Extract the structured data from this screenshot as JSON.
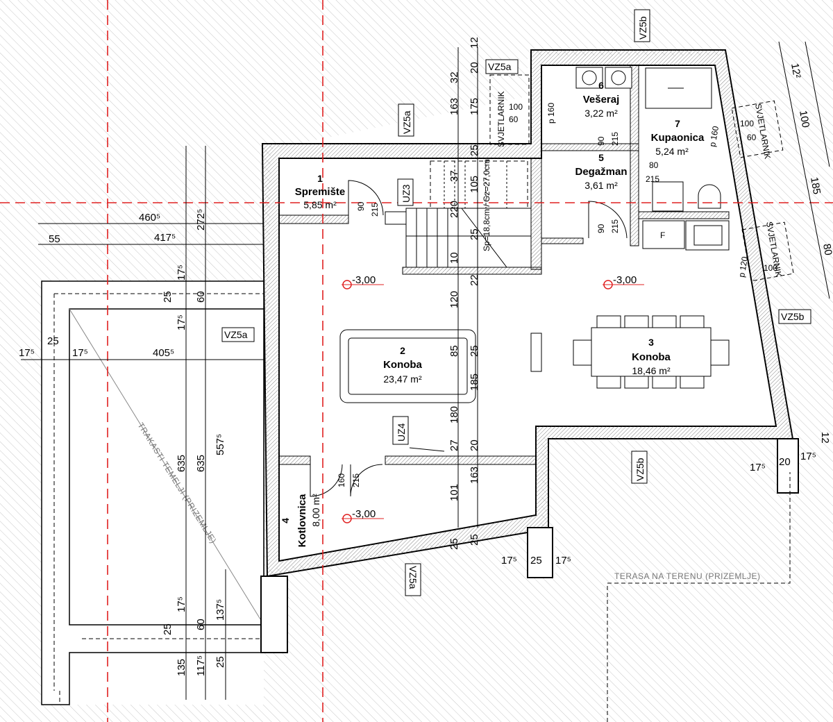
{
  "colors": {
    "axis": "#e02020",
    "wall": "#000000",
    "hatch": "#c8c8c8",
    "note": "#777777"
  },
  "rooms": [
    {
      "num": "1",
      "name": "Spremište",
      "area": "5,85 m²"
    },
    {
      "num": "2",
      "name": "Konoba",
      "area": "23,47 m²"
    },
    {
      "num": "3",
      "name": "Konoba",
      "area": "18,46 m²"
    },
    {
      "num": "4",
      "name": "Kotlovnica",
      "area": "8,00 m²"
    },
    {
      "num": "5",
      "name": "Degažman",
      "area": "3,61 m²"
    },
    {
      "num": "6",
      "name": "Vešeraj",
      "area": "3,22 m²"
    },
    {
      "num": "7",
      "name": "Kupaonica",
      "area": "5,24 m²"
    }
  ],
  "levels": [
    "-3,00",
    "-3,00",
    "-3,00"
  ],
  "tags": [
    "VZ5a",
    "VZ5a",
    "VZ5a",
    "VZ5a",
    "VZ5b",
    "VZ5b",
    "VZ5b",
    "UZ3",
    "UZ4"
  ],
  "skylight_label": "SVJETLARNIK",
  "notes": {
    "terrace": "TERASA NA TERENU (PRIZEMLJE)",
    "foundation": "TRAKASTI TEMELJI (PRIZEMLJE)",
    "fixture_f": "F",
    "stair": "Sp=18,8cm / Gz=27,0cm"
  },
  "dims": {
    "top_chain": [
      "12",
      "20",
      "32",
      "163",
      "175",
      "25",
      "37",
      "105",
      "220",
      "25",
      "10",
      "22",
      "120",
      "85",
      "25",
      "185",
      "180",
      "27",
      "20",
      "163",
      "101",
      "25",
      "25"
    ],
    "right_chain": [
      "12²",
      "100",
      "185",
      "80",
      "12"
    ],
    "left_chain": [
      "460⁵",
      "417⁵",
      "55",
      "272⁵",
      "17⁵",
      "25",
      "60",
      "17⁵",
      "405⁵",
      "17⁵",
      "25",
      "17⁵",
      "635",
      "635",
      "557⁵",
      "17⁵",
      "60",
      "25",
      "137⁵",
      "135",
      "117⁵",
      "25"
    ],
    "openings": [
      "100",
      "60",
      "p 160",
      "90",
      "215",
      "80",
      "215",
      "90",
      "215",
      "90",
      "215",
      "160",
      "215",
      "100",
      "60",
      "p 160",
      "100",
      "p 120"
    ],
    "bottom": [
      "17⁵",
      "20",
      "17⁵",
      "17⁵",
      "25",
      "17⁵"
    ]
  }
}
